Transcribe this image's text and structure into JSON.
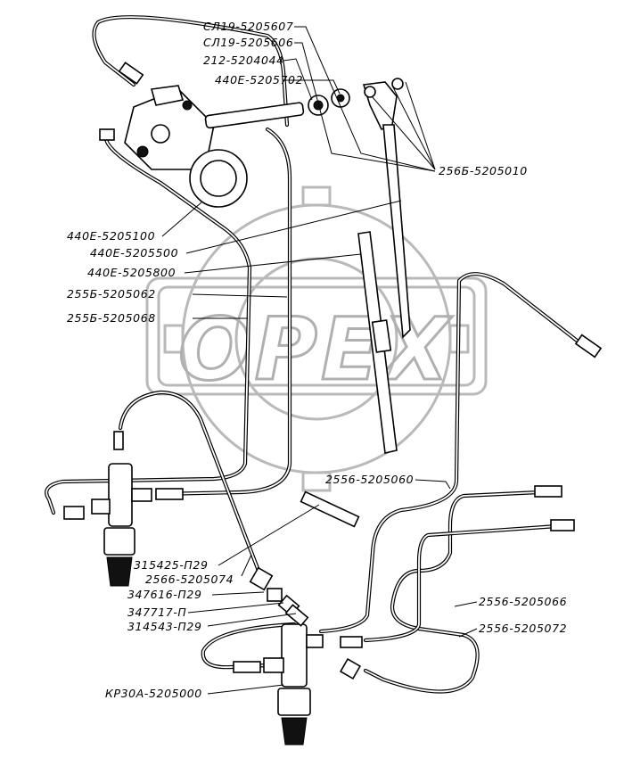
{
  "watermark": {
    "text": "OPEX"
  },
  "labels": [
    {
      "id": "sl19-5205607",
      "text": "СЛ19-5205607"
    },
    {
      "id": "sl19-5205606",
      "text": "СЛ19-5205606"
    },
    {
      "id": "212-5204044",
      "text": "212-5204044"
    },
    {
      "id": "440e-5205702",
      "text": "440Е-5205702"
    },
    {
      "id": "256b-5205010",
      "text": "256Б-5205010"
    },
    {
      "id": "440e-5205100",
      "text": "440Е-5205100"
    },
    {
      "id": "440e-5205500",
      "text": "440Е-5205500"
    },
    {
      "id": "440e-5205800",
      "text": "440Е-5205800"
    },
    {
      "id": "255b-5205062",
      "text": "255Б-5205062"
    },
    {
      "id": "255b-5205068",
      "text": "255Б-5205068"
    },
    {
      "id": "2556-5205060",
      "text": "2556-5205060"
    },
    {
      "id": "315425-p29",
      "text": "315425-П29"
    },
    {
      "id": "2566-5205074",
      "text": "2566-5205074"
    },
    {
      "id": "347616-p29",
      "text": "347616-П29"
    },
    {
      "id": "347717-p",
      "text": "347717-П"
    },
    {
      "id": "314543-p29",
      "text": "314543-П29"
    },
    {
      "id": "2556-5205066",
      "text": "2556-5205066"
    },
    {
      "id": "2556-5205072",
      "text": "2556-5205072"
    },
    {
      "id": "kr30a-5205000",
      "text": "КР30А-5205000"
    }
  ]
}
